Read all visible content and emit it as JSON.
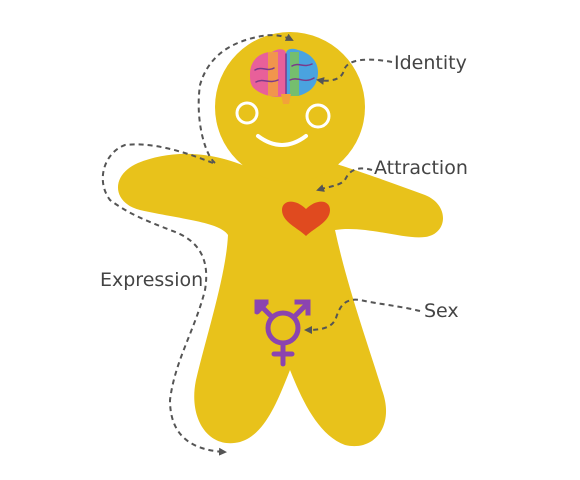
{
  "labels": {
    "identity": "Identity",
    "attraction": "Attraction",
    "expression": "Expression",
    "sex": "Sex"
  },
  "colors": {
    "body": "#e8c21b",
    "heart": "#e04a1f",
    "symbol": "#8b44b0",
    "dash": "#555555",
    "text": "#444444"
  },
  "icons": [
    "brain-icon",
    "heart-icon",
    "transgender-symbol-icon"
  ]
}
